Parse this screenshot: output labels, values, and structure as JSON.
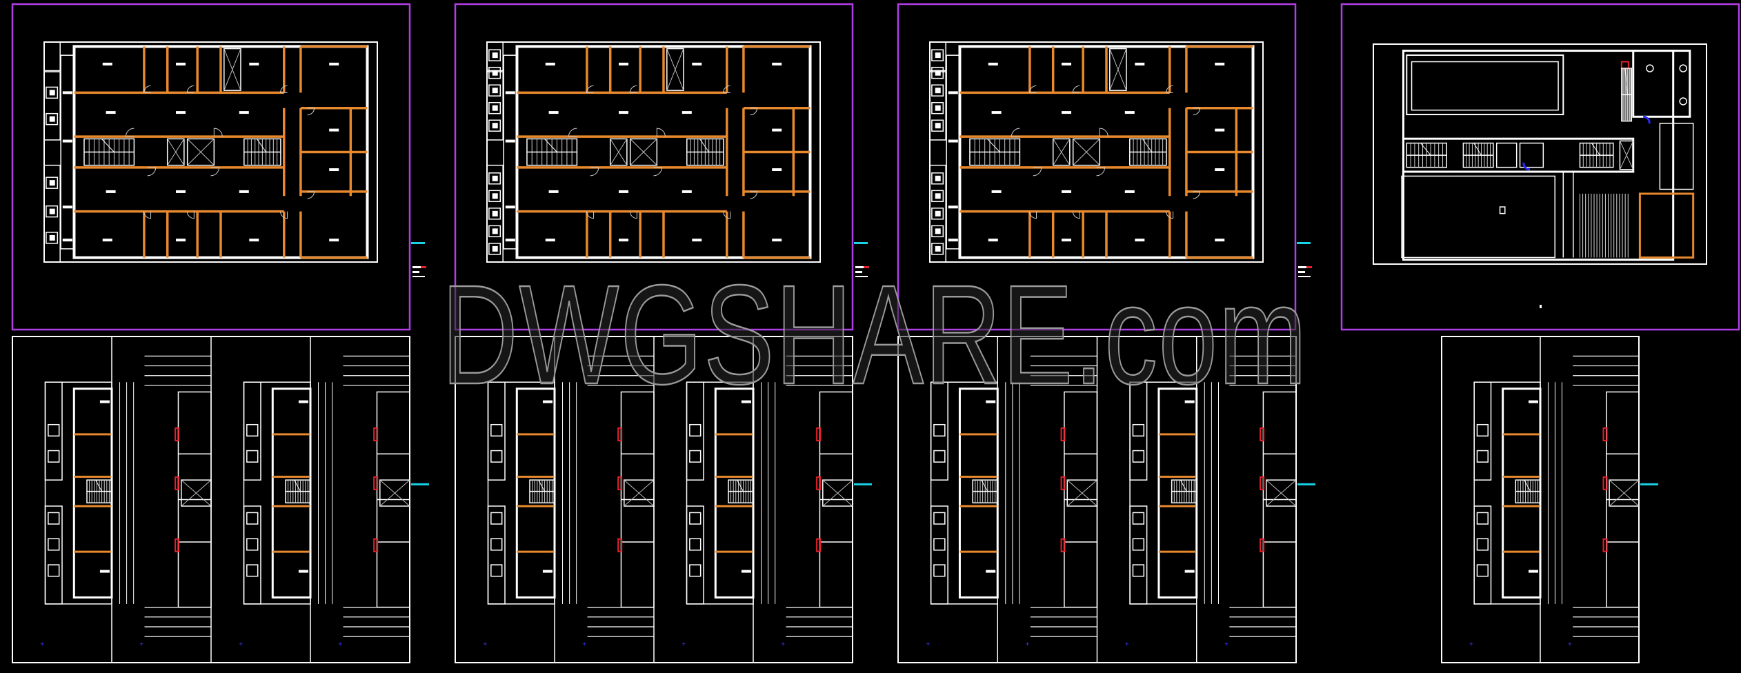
{
  "app": {
    "type": "CAD drawing viewer",
    "model_space": "dark"
  },
  "watermark": {
    "text": "DWGSHARE.com"
  },
  "colors": {
    "background": "#000000",
    "sheet_frame": "#b23ee6",
    "line": "#ffffff",
    "wall_fill": "#e8892e",
    "accent_cyan": "#19d3e6",
    "accent_red": "#e8202a",
    "door_blue": "#2a2aff",
    "marker_blue": "#3a3aff"
  },
  "sheets_top": [
    {
      "kind": "floor-plan",
      "variant": "typical"
    },
    {
      "kind": "floor-plan",
      "variant": "typical-balconies"
    },
    {
      "kind": "floor-plan",
      "variant": "typical-balconies"
    },
    {
      "kind": "floor-plan",
      "variant": "roof-pool"
    }
  ],
  "sheets_bottom": [
    {
      "kind": "section-set",
      "columns": 4
    },
    {
      "kind": "section-set",
      "columns": 4
    },
    {
      "kind": "section-set",
      "columns": 4
    },
    {
      "kind": "section-set",
      "columns": 2
    }
  ]
}
